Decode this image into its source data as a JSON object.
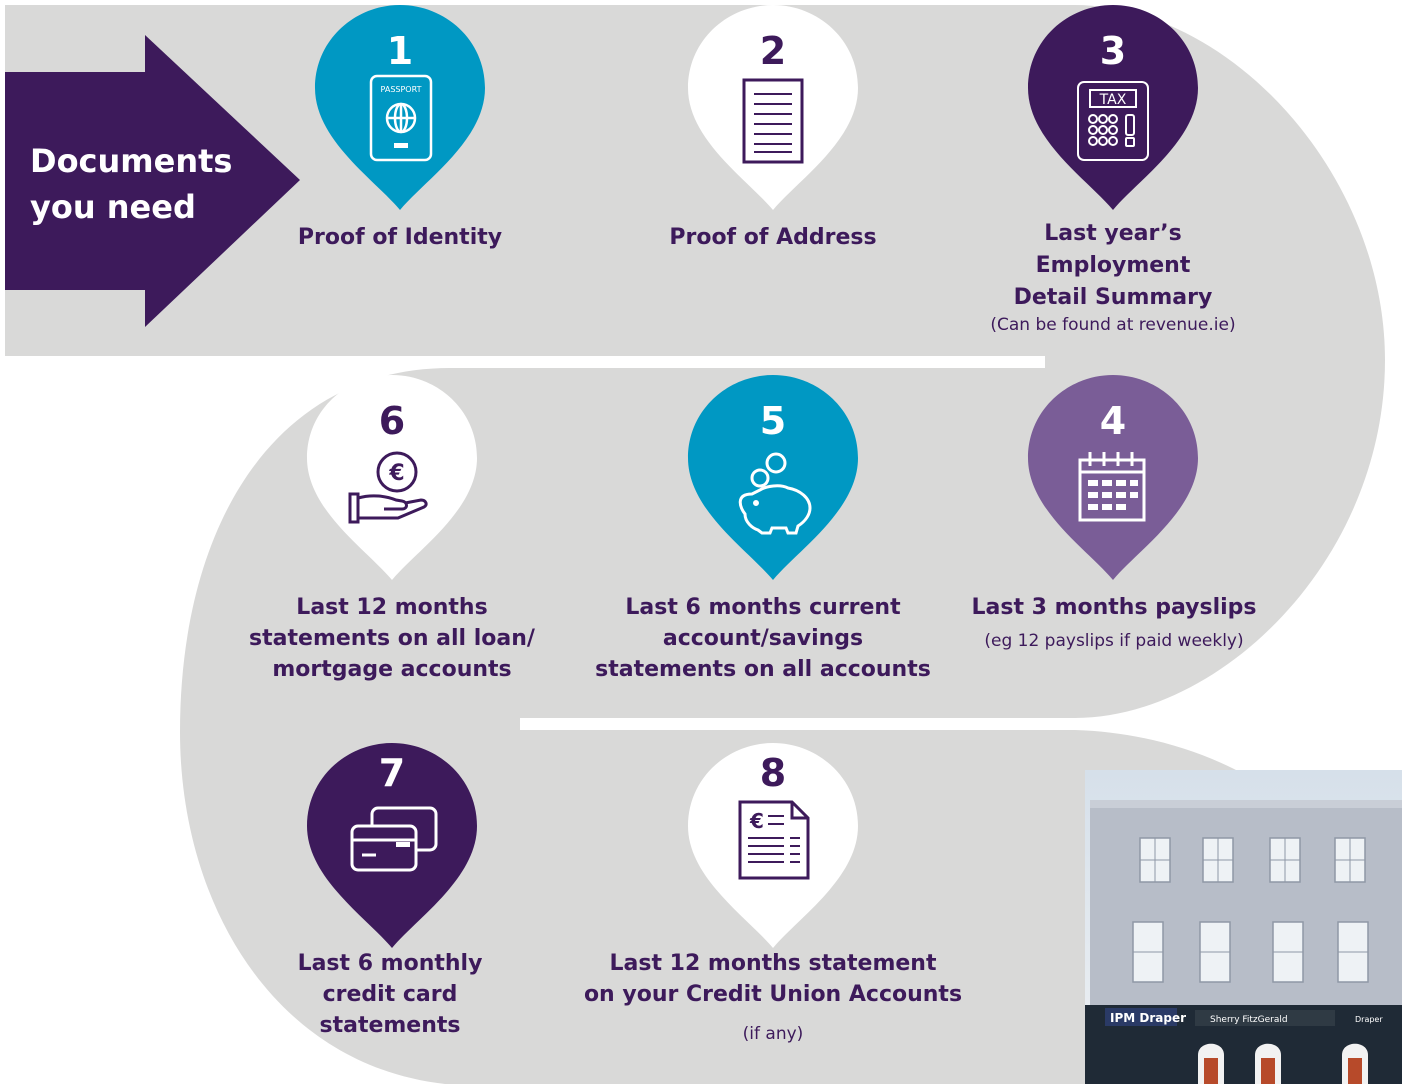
{
  "title": {
    "line1": "Documents",
    "line2": "you need"
  },
  "colors": {
    "purple_dark": "#3d1a5b",
    "teal": "#0098c3",
    "purple_light": "#7a5d97",
    "white": "#ffffff",
    "background_band": "#d9d9d8"
  },
  "steps": [
    {
      "number": "1",
      "pin_color": "teal",
      "icon": "passport-icon",
      "icon_text": "PASSPORT",
      "label": "Proof of Identity"
    },
    {
      "number": "2",
      "pin_color": "white",
      "icon": "document-icon",
      "label": "Proof of Address"
    },
    {
      "number": "3",
      "pin_color": "purple_dark",
      "icon": "tax-calculator-icon",
      "icon_text": "TAX",
      "label_lines": [
        "Last year’s",
        "Employment",
        "Detail Summary"
      ],
      "note": "(Can be found at revenue.ie)"
    },
    {
      "number": "4",
      "pin_color": "purple_light",
      "icon": "calendar-icon",
      "label": "Last 3 months payslips",
      "note": "(eg 12 payslips if paid weekly)"
    },
    {
      "number": "5",
      "pin_color": "teal",
      "icon": "piggy-bank-icon",
      "label_lines": [
        "Last 6 months current",
        "account/savings",
        "statements on all accounts"
      ]
    },
    {
      "number": "6",
      "pin_color": "white",
      "icon": "hand-euro-coin-icon",
      "label_lines": [
        "Last 12 months",
        "statements on all loan/",
        "mortgage accounts"
      ]
    },
    {
      "number": "7",
      "pin_color": "purple_dark",
      "icon": "credit-cards-icon",
      "label_lines": [
        "Last 6 monthly",
        "credit card",
        "statements"
      ]
    },
    {
      "number": "8",
      "pin_color": "white",
      "icon": "euro-statement-icon",
      "label_lines": [
        "Last 12 months statement",
        "on your Credit Union Accounts"
      ],
      "note": "(if any)"
    }
  ],
  "photo": {
    "shop_signs": [
      "IPM Draper",
      "Sherry FitzGerald",
      "Draper"
    ]
  }
}
